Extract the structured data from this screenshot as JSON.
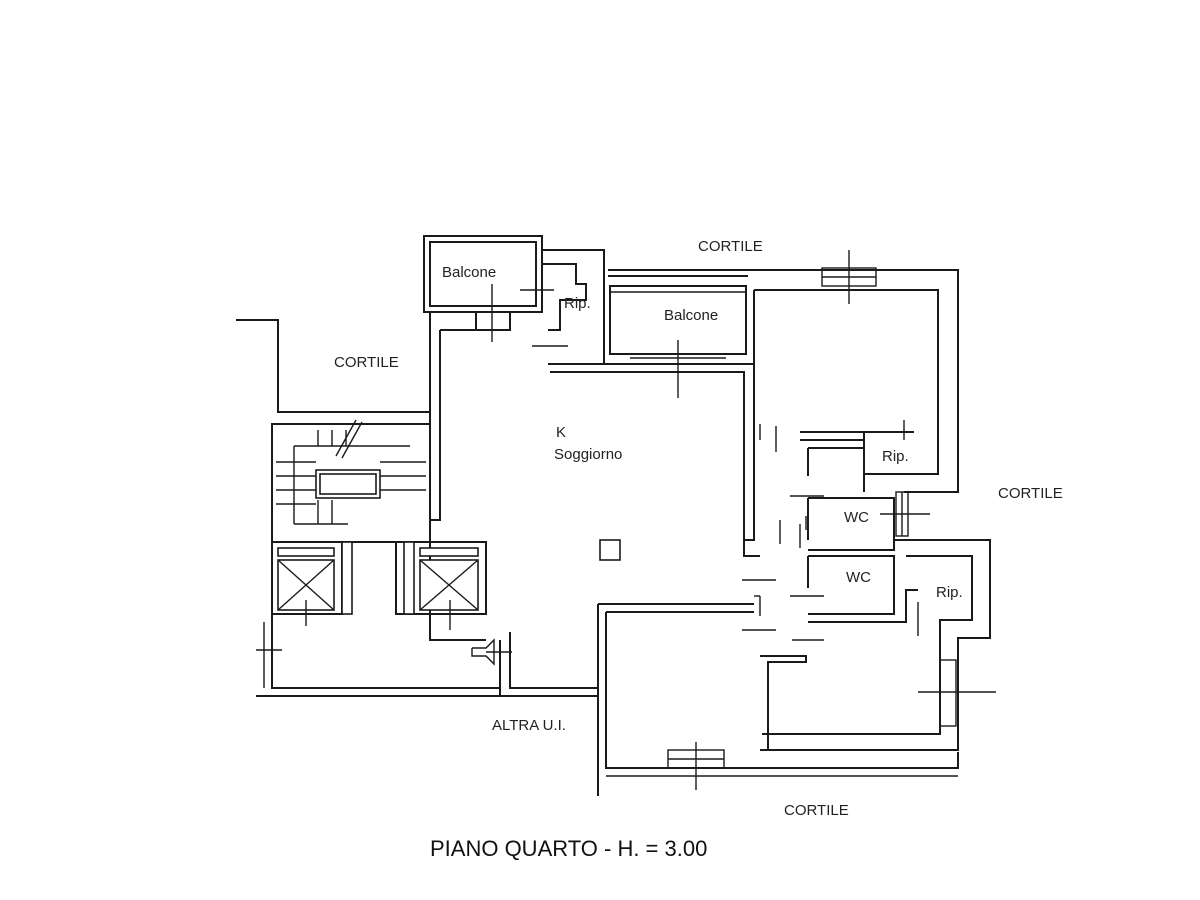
{
  "plan": {
    "title": "PIANO QUARTO -  H. = 3.00",
    "labels": {
      "cortile_top": "CORTILE",
      "cortile_left": "CORTILE",
      "cortile_right": "CORTILE",
      "cortile_bottom": "CORTILE",
      "altra_ui": "ALTRA U.I.",
      "balcone_1": "Balcone",
      "balcone_2": "Balcone",
      "rip_1": "Rip.",
      "rip_2": "Rip.",
      "rip_3": "Rip.",
      "k": "K",
      "soggiorno": "Soggiorno",
      "wc_1": "WC",
      "wc_2": "WC"
    }
  }
}
